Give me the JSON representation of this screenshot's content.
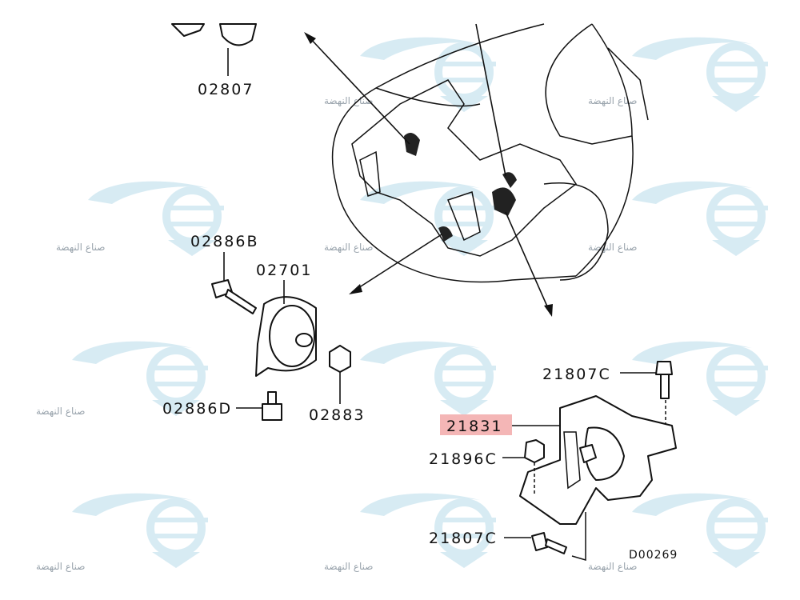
{
  "diagram": {
    "title_code": "D00269",
    "watermark_text": "صناع النهضة",
    "highlight_color": "#f4b6b6",
    "callouts": [
      {
        "id": "02807",
        "label": "02807"
      },
      {
        "id": "02886B",
        "label": "02886B"
      },
      {
        "id": "02701",
        "label": "02701"
      },
      {
        "id": "02886D",
        "label": "02886D"
      },
      {
        "id": "02883",
        "label": "02883"
      },
      {
        "id": "21807C-top",
        "label": "21807C"
      },
      {
        "id": "21831",
        "label": "21831",
        "highlighted": true
      },
      {
        "id": "21896C",
        "label": "21896C"
      },
      {
        "id": "21807C-bottom",
        "label": "21807C"
      }
    ]
  }
}
